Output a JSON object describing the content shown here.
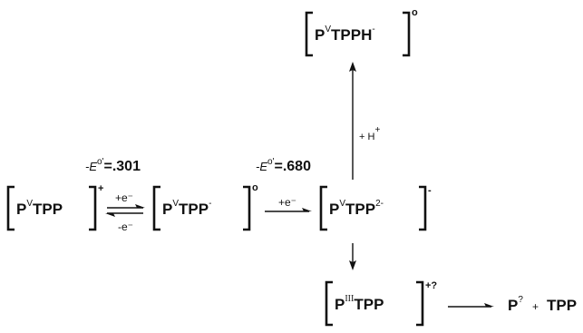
{
  "scheme": {
    "species": {
      "pv_tpp_cation": {
        "metal": "P",
        "ox": "V",
        "ligand": "TPP",
        "lig_charge": "",
        "charge": "+"
      },
      "pv_tpp_neutral": {
        "metal": "P",
        "ox": "V",
        "ligand": "TPP",
        "lig_charge": "-",
        "charge": "o"
      },
      "pv_tpp_anion": {
        "metal": "P",
        "ox": "V",
        "ligand": "TPP",
        "lig_charge": "2-",
        "charge": "-"
      },
      "pv_tpph": {
        "metal": "P",
        "ox": "V",
        "ligand": "TPPH",
        "lig_charge": "-",
        "charge": "o"
      },
      "piii_tpp": {
        "metal": "P",
        "ox": "III",
        "ligand": "TPP",
        "lig_charge": "",
        "charge": "+?"
      }
    },
    "reagents": {
      "e_forward_1": "+e⁻",
      "e_reverse_1": "-e⁻",
      "e_forward_2": "+e⁻",
      "protonation": "+ H",
      "proton_charge": "+"
    },
    "potentials": {
      "first": {
        "label": "-E",
        "sup": "o'",
        "value": "=.301"
      },
      "second": {
        "label": "-E",
        "sup": "o'",
        "value": "=.680"
      }
    },
    "products": {
      "p": "P",
      "p_charge": "?",
      "plus": "+",
      "tpp": "TPP"
    }
  }
}
